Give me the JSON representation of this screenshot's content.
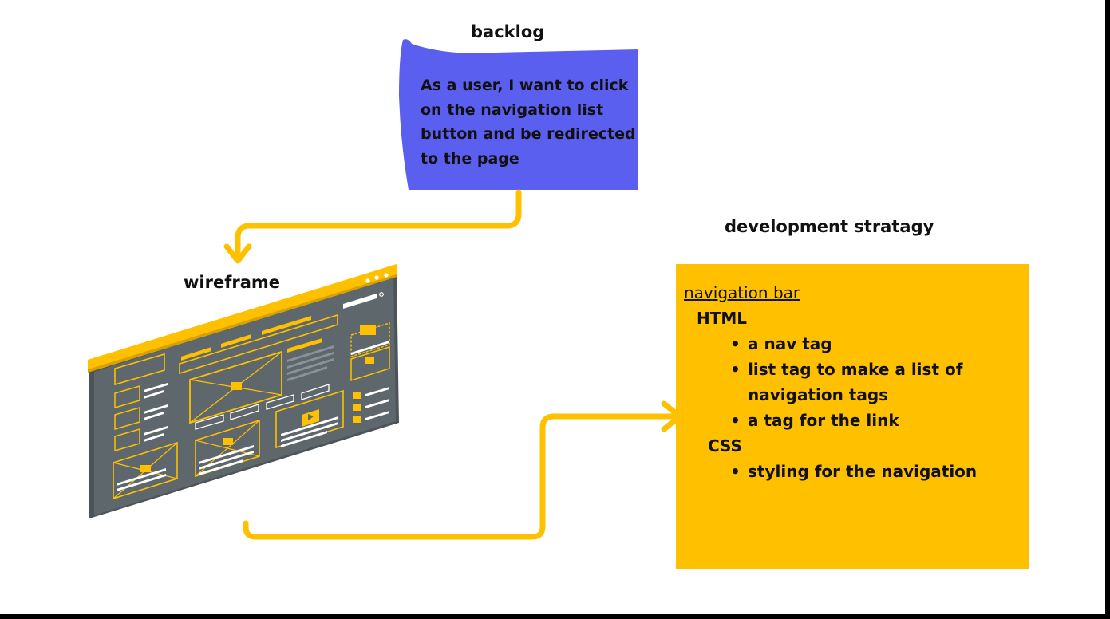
{
  "backlog": {
    "title": "backlog",
    "story": "As a user, I want to click on the navigation list button and be redirected to the page",
    "note_color": "#5B5FEF"
  },
  "wireframe": {
    "title": "wireframe",
    "illustration": "isometric website wireframe illustration"
  },
  "strategy": {
    "title": "development stratagy",
    "box_color": "#FFC000",
    "section_title": "navigation bar",
    "html_label": "HTML",
    "html_items": [
      "a nav tag",
      "list tag to make a list of navigation tags",
      "a tag for the link"
    ],
    "css_label": "CSS",
    "css_items": [
      "styling for the navigation"
    ]
  },
  "connector_color": "#FFC000"
}
